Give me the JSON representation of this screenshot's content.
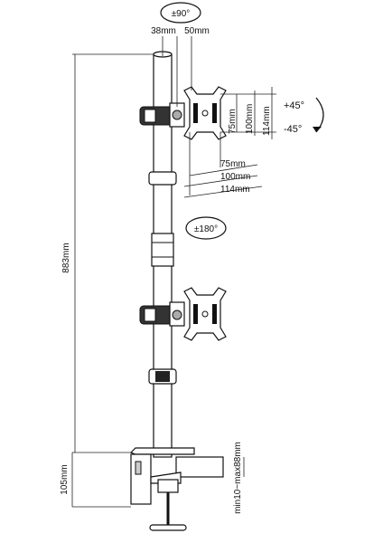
{
  "labels": {
    "tilt_top": "±90°",
    "offset_left": "38mm",
    "offset_right": "50mm",
    "swivel_up": "+45°",
    "swivel_down": "-45°",
    "vesa_v_75": "75mm",
    "vesa_v_100": "100mm",
    "vesa_v_114": "114mm",
    "vesa_h_75": "75mm",
    "vesa_h_100": "100mm",
    "vesa_h_114": "114mm",
    "rotate": "±180°",
    "pole_height": "883mm",
    "clamp_height": "105mm",
    "clamp_range": "min10~max88mm"
  },
  "colors": {
    "line": "#111111",
    "fill_light": "#ffffff",
    "fill_dark": "#222222",
    "fill_gray": "#bdbdbd"
  }
}
